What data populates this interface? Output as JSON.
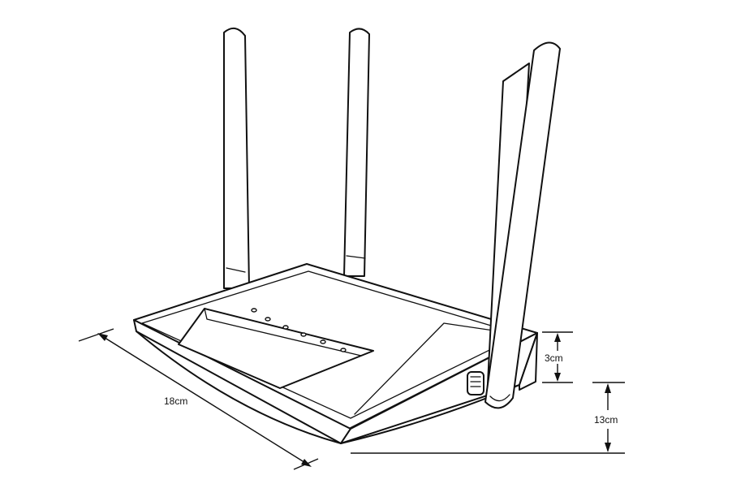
{
  "dimensions": {
    "length_label": "18cm",
    "antenna_offset_label": "3cm",
    "height_label": "13cm"
  },
  "device": {
    "antenna_count": 4,
    "status_led_count": 6
  },
  "colors": {
    "line": "#111111",
    "background": "#ffffff"
  }
}
